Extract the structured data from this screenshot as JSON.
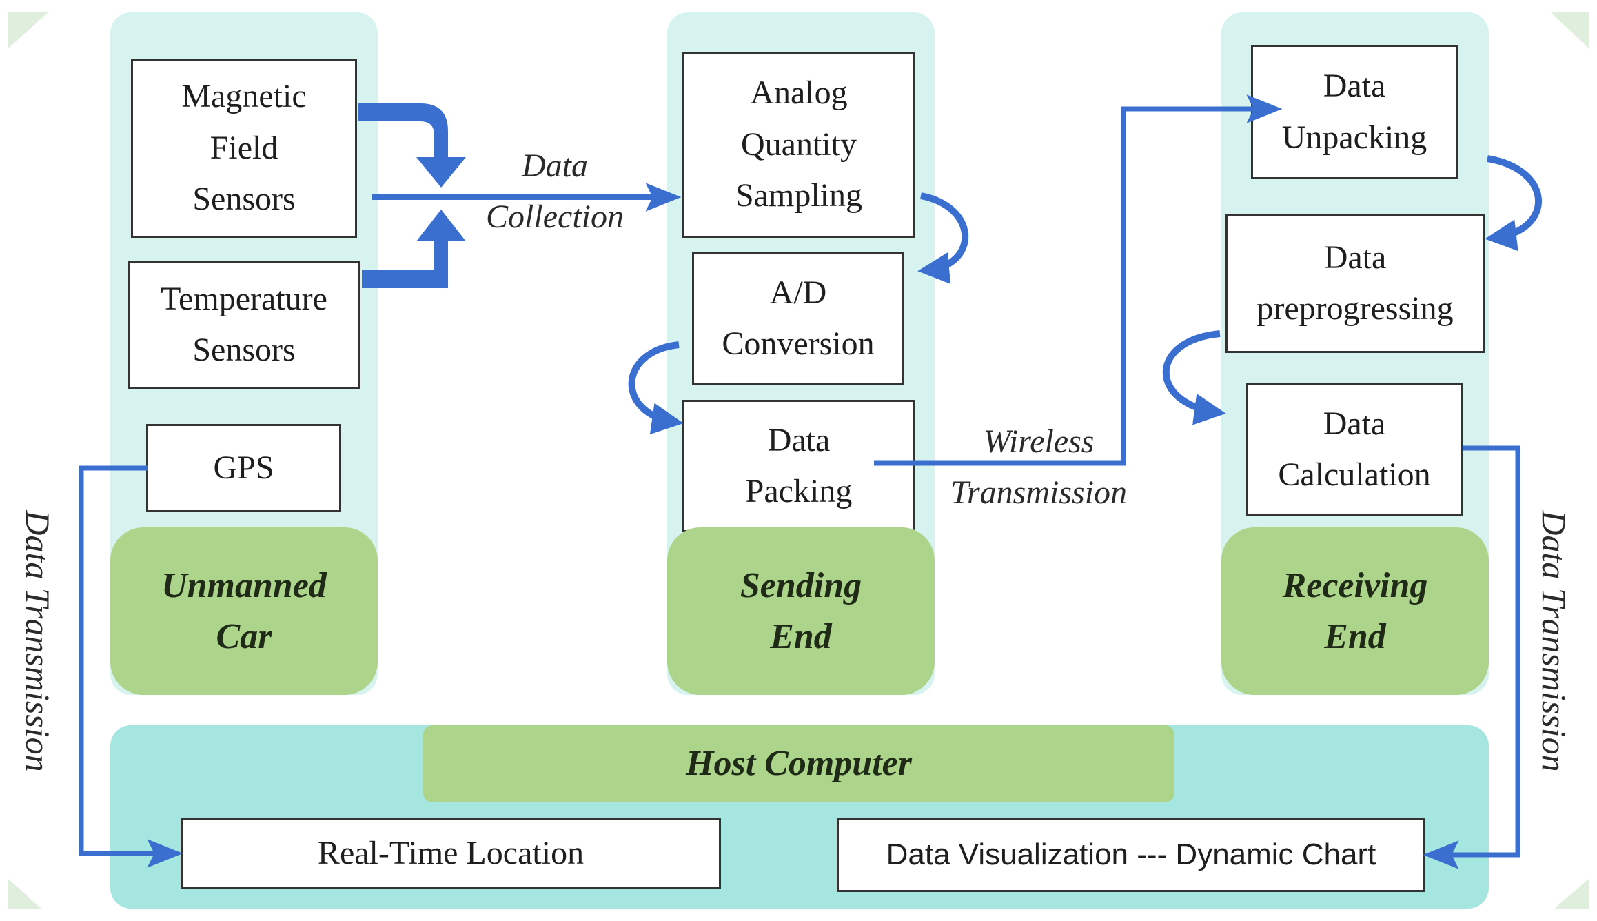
{
  "colors": {
    "column_bg": "#d6f3f0",
    "host_bg": "#a6e6e0",
    "label_bg": "#acd48a",
    "arrow": "#3a6fd0"
  },
  "unmanned_car": {
    "title": "Unmanned\nCar",
    "magnetic": "Magnetic\nField\nSensors",
    "temperature": "Temperature\nSensors",
    "gps": "GPS"
  },
  "sending_end": {
    "title": "Sending\nEnd",
    "sampling": "Analog\nQuantity\nSampling",
    "ad": "A/D\nConversion",
    "packing": "Data\nPacking"
  },
  "receiving_end": {
    "title": "Receiving\nEnd",
    "unpacking": "Data\nUnpacking",
    "preprogressing": "Data\npreprogressing",
    "calculation": "Data\nCalculation"
  },
  "host": {
    "title": "Host Computer",
    "location": "Real-Time Location",
    "visualization": "Data Visualization --- Dynamic Chart"
  },
  "edges": {
    "collection": "Data\nCollection",
    "wireless": "Wireless\nTransmission",
    "left_transmission": "Data Transmission",
    "right_transmission": "Data Transmission"
  }
}
